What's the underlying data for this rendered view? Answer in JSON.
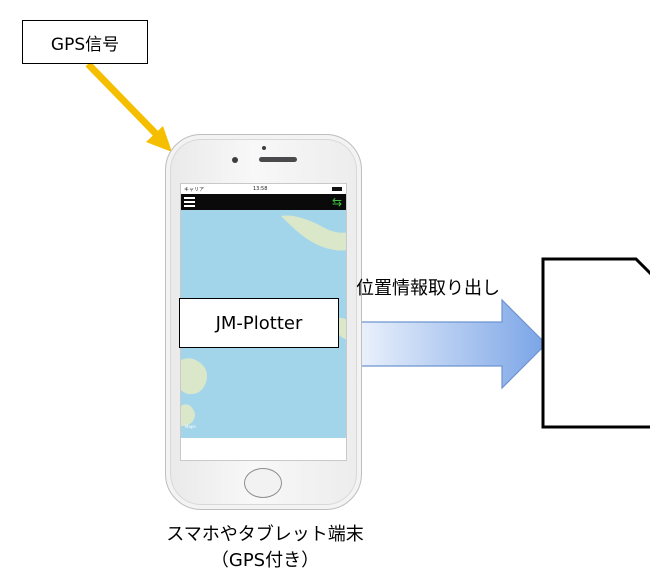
{
  "gps_signal_label": "GPS信号",
  "app_name": "JM-Plotter",
  "arrow_label": "位置情報取り出し",
  "device_caption_line1": "スマホやタブレット端末",
  "device_caption_line2": "（GPS付き）",
  "phone_screen": {
    "carrier": "キャリア",
    "time": "13:58",
    "map_credit": "Maps"
  },
  "colors": {
    "gps_arrow": "#f5bf00",
    "map_water": "#a3d5ea",
    "map_land": "#dbe7c9",
    "data_arrow_light": "#eef4fc",
    "data_arrow_dark": "#7aa4e6",
    "swap_icon": "#3fbf3f"
  },
  "icons": [
    "menu-icon",
    "swap-icon",
    "wifi-icon",
    "battery-icon"
  ]
}
